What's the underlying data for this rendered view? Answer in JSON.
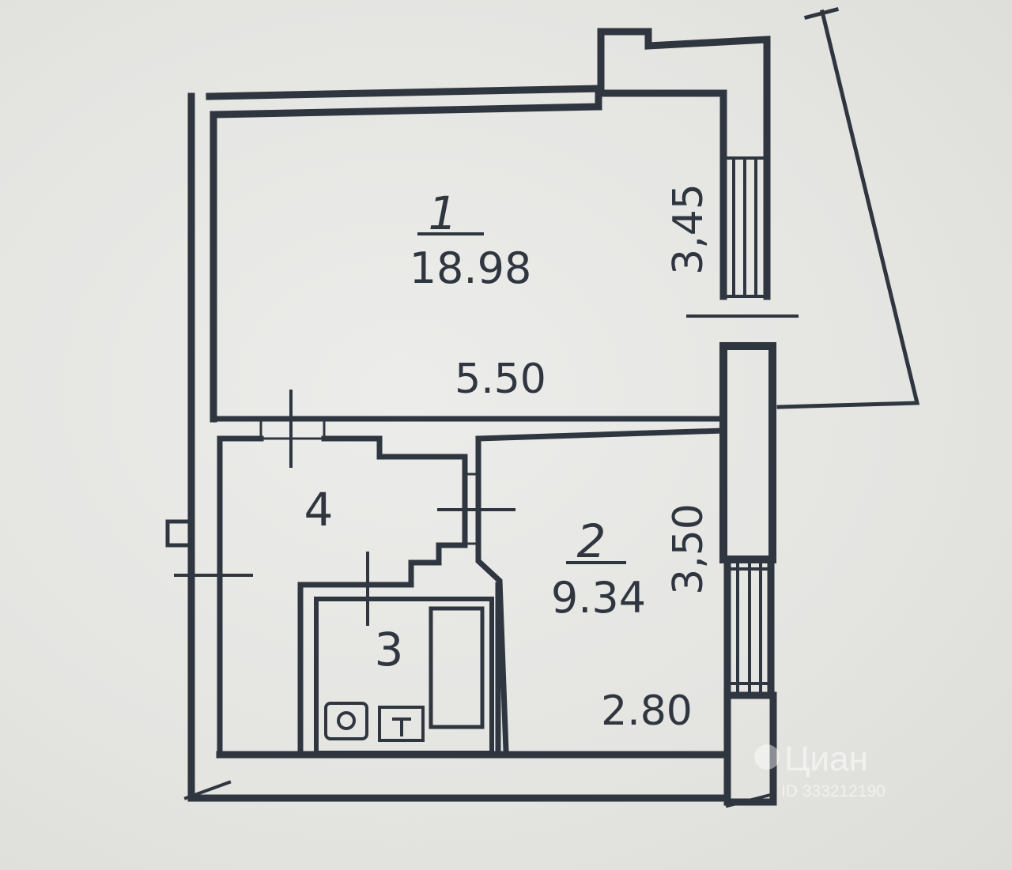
{
  "plan": {
    "rooms": [
      {
        "number": "1",
        "area": "18.98"
      },
      {
        "number": "2",
        "area": "9.34"
      },
      {
        "number": "3",
        "area": ""
      },
      {
        "number": "4",
        "area": ""
      }
    ],
    "dimensions": {
      "room1_width": "5.50",
      "room1_depth": "3,45",
      "room2_depth": "3,50",
      "room2_width": "2.80"
    }
  },
  "watermark": {
    "brand": "Циан",
    "id": "ID 333212190"
  },
  "colors": {
    "ink": "#2f3640",
    "paper": "#e6e6e3"
  }
}
